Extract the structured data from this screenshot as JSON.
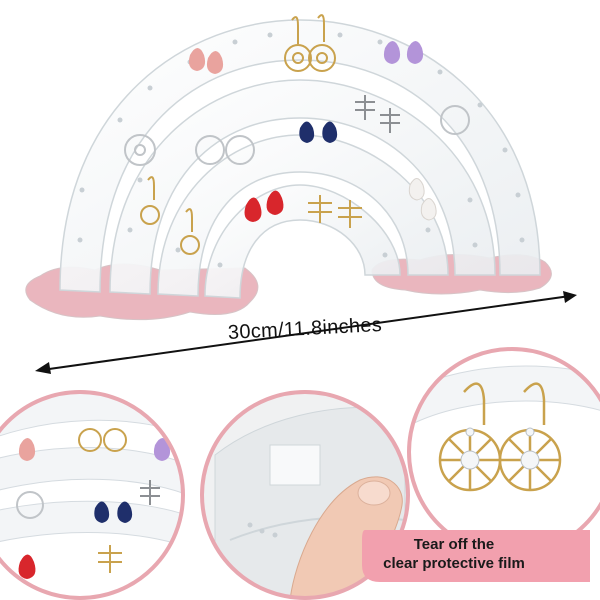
{
  "dimension": {
    "text": "30cm/11.8inches"
  },
  "caption": {
    "line1": "Tear off the",
    "line2": "clear protective film"
  },
  "colors": {
    "accent_pink": "#e79aa7",
    "base_pink": "#eab6be",
    "badge_pink": "#f2a0ae",
    "circle_border": "#e8a7b0",
    "arrow": "#111111"
  }
}
